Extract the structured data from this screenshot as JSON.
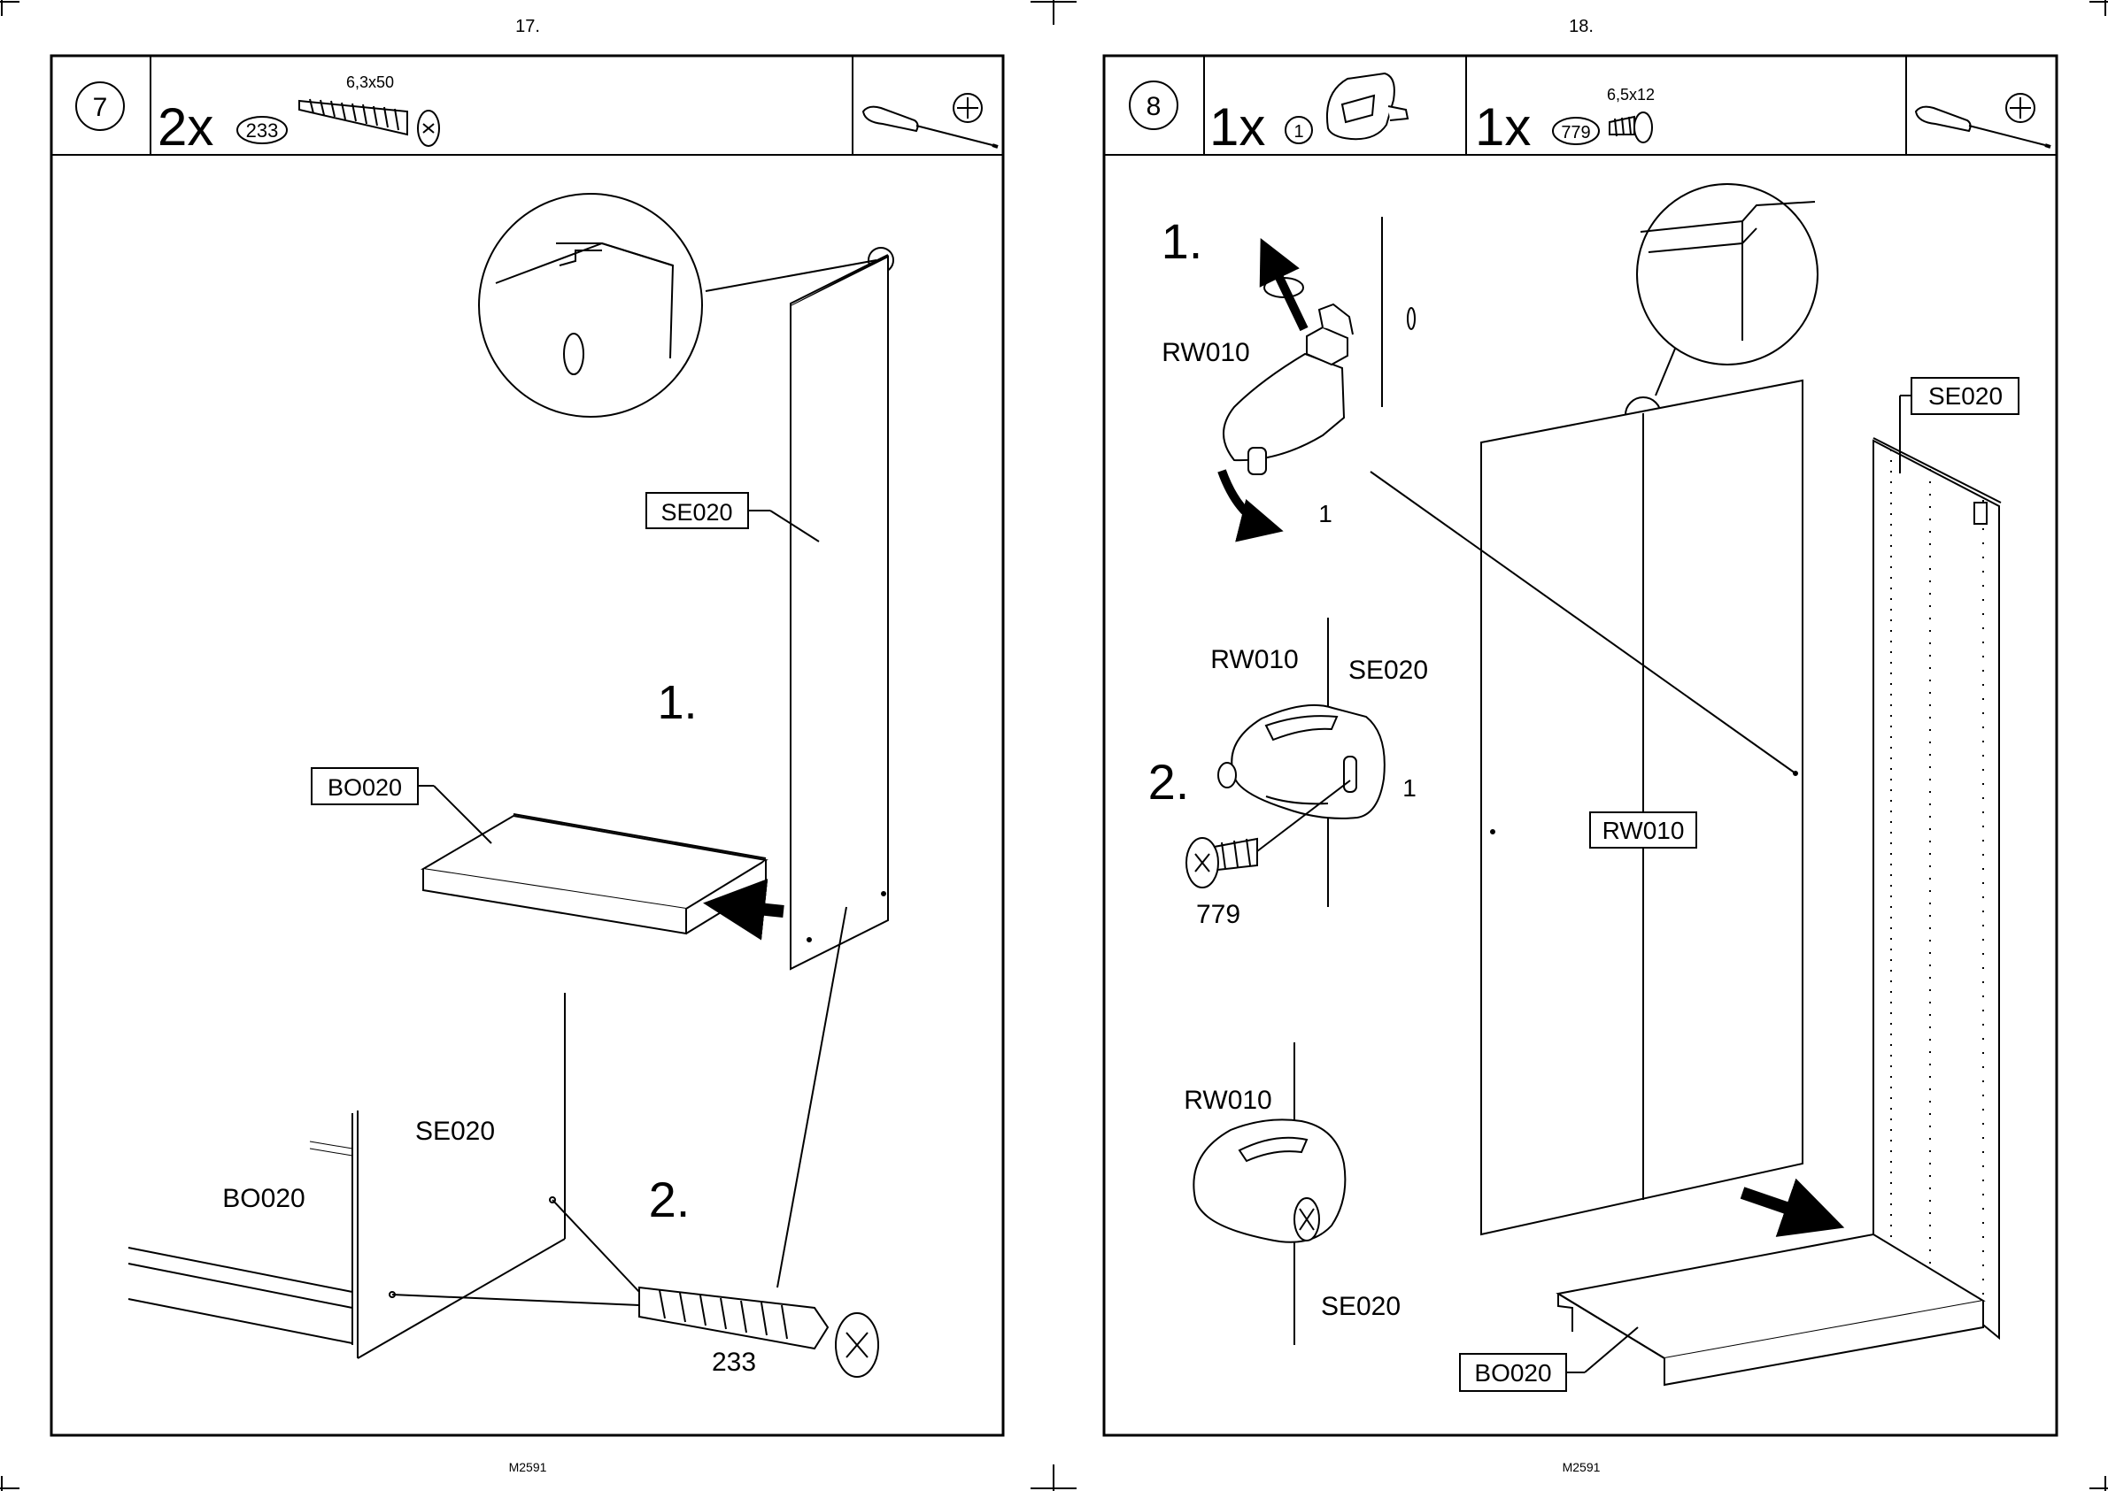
{
  "pages": [
    {
      "page_number": "17.",
      "footer_code": "M2591",
      "step": {
        "number": "7",
        "parts": [
          {
            "quantity": "2x",
            "part_id": "233",
            "size": "6,3x50",
            "icon": "long-screw-icon"
          }
        ],
        "tool": "phillips-screwdriver-icon"
      },
      "labels": {
        "panel_tag": "SE020",
        "shelf_tag": "BO020",
        "step1": "1.",
        "step2": "2.",
        "detail_se": "SE020",
        "detail_bo": "BO020",
        "screw_id": "233"
      }
    },
    {
      "page_number": "18.",
      "footer_code": "M2591",
      "step": {
        "number": "8",
        "parts": [
          {
            "quantity": "1x",
            "part_id": "1",
            "size": "",
            "icon": "connector-fitting-icon"
          },
          {
            "quantity": "1x",
            "part_id": "779",
            "size": "6,5x12",
            "icon": "short-screw-icon"
          }
        ],
        "tool": "phillips-screwdriver-icon"
      },
      "labels": {
        "step1": "1.",
        "rw_a": "RW010",
        "fitting_a": "1",
        "rw_b": "RW010",
        "se_b": "SE020",
        "step2": "2.",
        "fitting_b": "1",
        "screw_b": "779",
        "rw_c": "RW010",
        "se_c": "SE020",
        "panel_tag_rw": "RW010",
        "panel_tag_se": "SE020",
        "panel_tag_bo": "BO020"
      }
    }
  ]
}
